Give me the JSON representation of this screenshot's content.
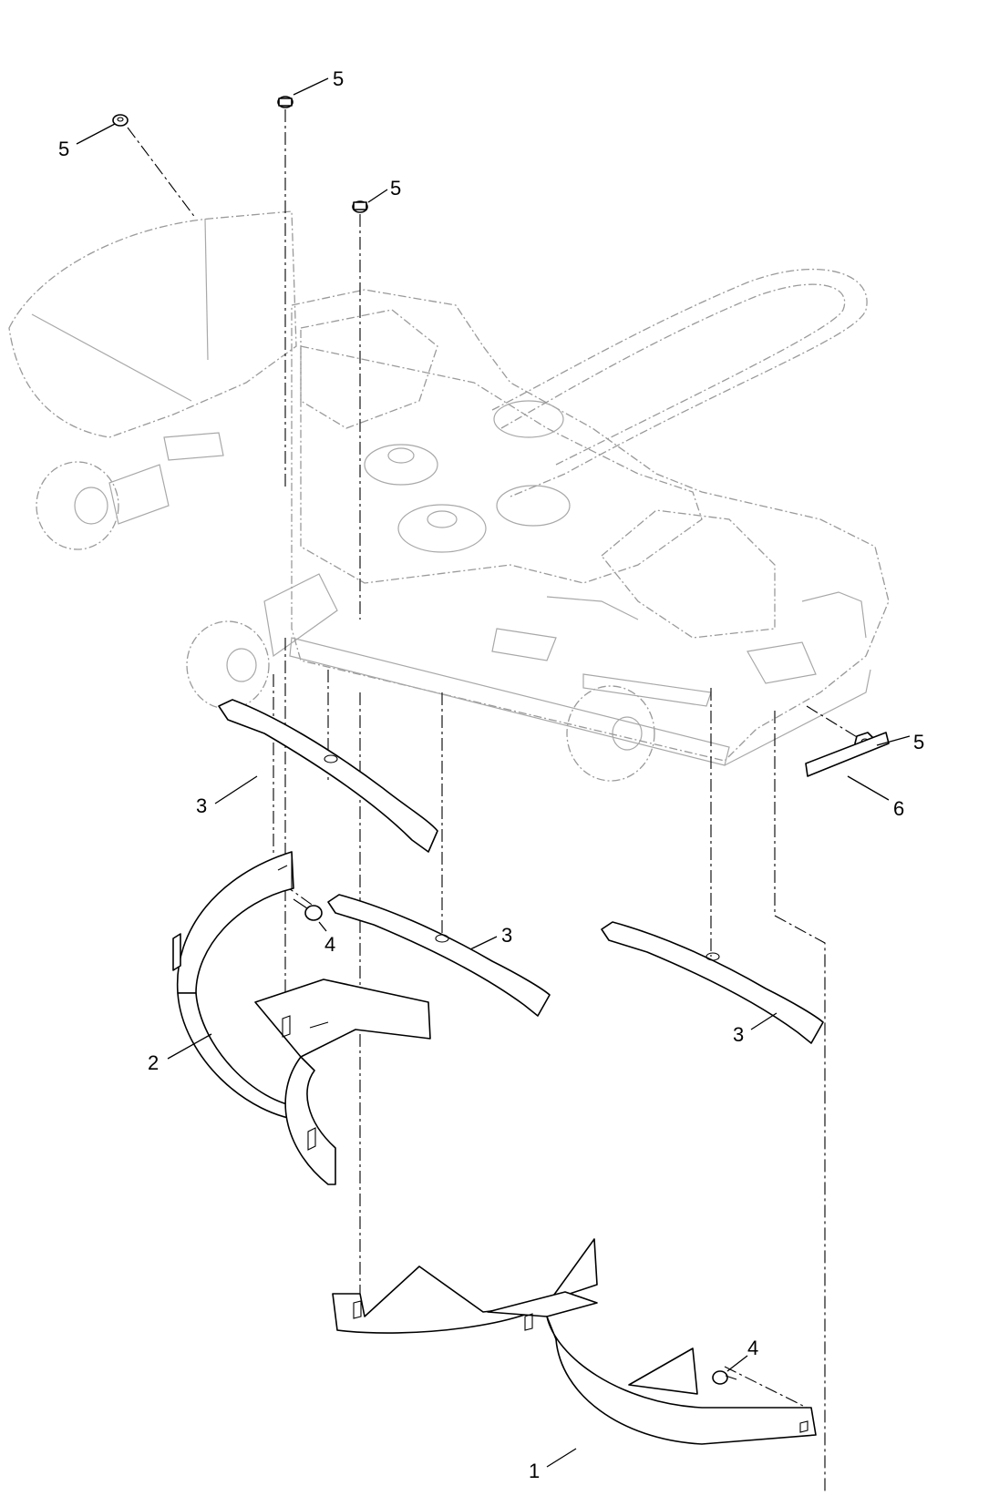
{
  "callouts": [
    {
      "id": "c5a",
      "label": "5"
    },
    {
      "id": "c5b",
      "label": "5"
    },
    {
      "id": "c5c",
      "label": "5"
    },
    {
      "id": "c5d",
      "label": "5"
    },
    {
      "id": "c6",
      "label": "6"
    },
    {
      "id": "c3a",
      "label": "3"
    },
    {
      "id": "c3b",
      "label": "3"
    },
    {
      "id": "c3c",
      "label": "3"
    },
    {
      "id": "c4a",
      "label": "4"
    },
    {
      "id": "c4b",
      "label": "4"
    },
    {
      "id": "c2",
      "label": "2"
    },
    {
      "id": "c1",
      "label": "1"
    }
  ]
}
